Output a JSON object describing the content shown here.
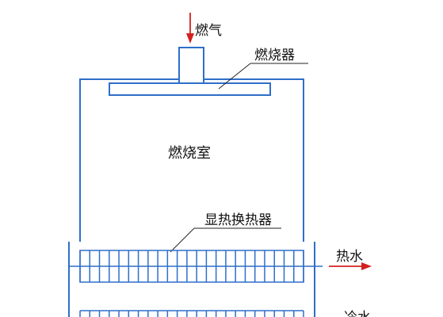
{
  "labels": {
    "gas": "燃气",
    "burner": "燃烧器",
    "combustion_chamber": "燃烧室",
    "sensible_heat_exchanger": "显热换热器",
    "hot_water": "热水",
    "cold_water": "冷水"
  },
  "colors": {
    "outline": "#2e6fc9",
    "arrow": "#d42020",
    "leader": "#222222",
    "text": "#111111"
  },
  "heat_exchanger": {
    "tube_columns": 24
  }
}
